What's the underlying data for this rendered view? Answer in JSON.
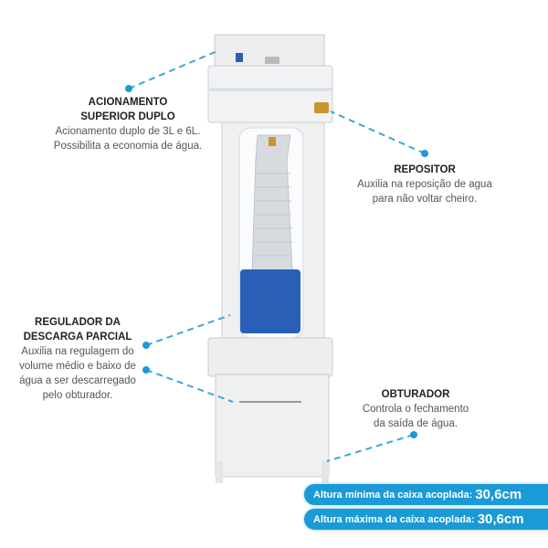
{
  "callouts": [
    {
      "title_lines": [
        "ACIONAMENTO",
        "SUPERIOR DUPLO"
      ],
      "desc_lines": [
        "Acionamento duplo de 3L e 6L.",
        "Possibilita a economia de água."
      ]
    },
    {
      "title_lines": [
        "REPOSITOR"
      ],
      "desc_lines": [
        "Auxilia na reposição de agua",
        "para não voltar cheiro."
      ]
    },
    {
      "title_lines": [
        "REGULADOR DA",
        "DESCARGA PARCIAL"
      ],
      "desc_lines": [
        "Auxilia na regulagem do",
        "volume médio e baixo de",
        "água a ser descarregado",
        "pelo obturador."
      ]
    },
    {
      "title_lines": [
        "OBTURADOR"
      ],
      "desc_lines": [
        "Controla o fechamento",
        "da saída de água."
      ]
    }
  ],
  "specs": [
    {
      "label": "Altura mínima da caixa acoplada:",
      "value": "30,6cm"
    },
    {
      "label": "Altura máxima da caixa acoplada:",
      "value": "30,6cm"
    }
  ],
  "colors": {
    "accent": "#1a9ad6",
    "product_blue": "#2a5fb8",
    "brass": "#c9952e"
  }
}
